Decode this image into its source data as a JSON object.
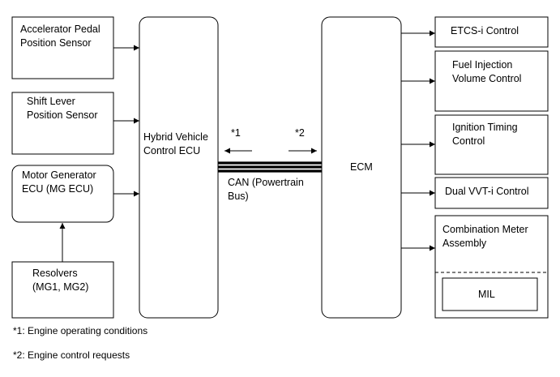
{
  "inputs": {
    "accel": [
      "Accelerator Pedal",
      "Position Sensor"
    ],
    "shift": [
      "Shift Lever",
      "Position Sensor"
    ],
    "mg_ecu": [
      "Motor Generator",
      "ECU (MG ECU)"
    ],
    "resolvers": [
      "Resolvers",
      "(MG1, MG2)"
    ]
  },
  "hv_ecu": [
    "Hybrid Vehicle",
    "Control ECU"
  ],
  "ecm": "ECM",
  "bus": {
    "label": [
      "CAN (Powertrain",
      "Bus)"
    ],
    "note1": "*1",
    "note2": "*2"
  },
  "outputs": {
    "etcs": "ETCS-i Control",
    "fuel": [
      "Fuel Injection",
      "Volume Control"
    ],
    "ignition": [
      "Ignition Timing",
      "Control"
    ],
    "vvt": "Dual VVT-i Control",
    "meter": [
      "Combination Meter",
      "Assembly"
    ],
    "mil": "MIL"
  },
  "footnotes": {
    "f1": "*1: Engine operating conditions",
    "f2": "*2: Engine control requests"
  }
}
